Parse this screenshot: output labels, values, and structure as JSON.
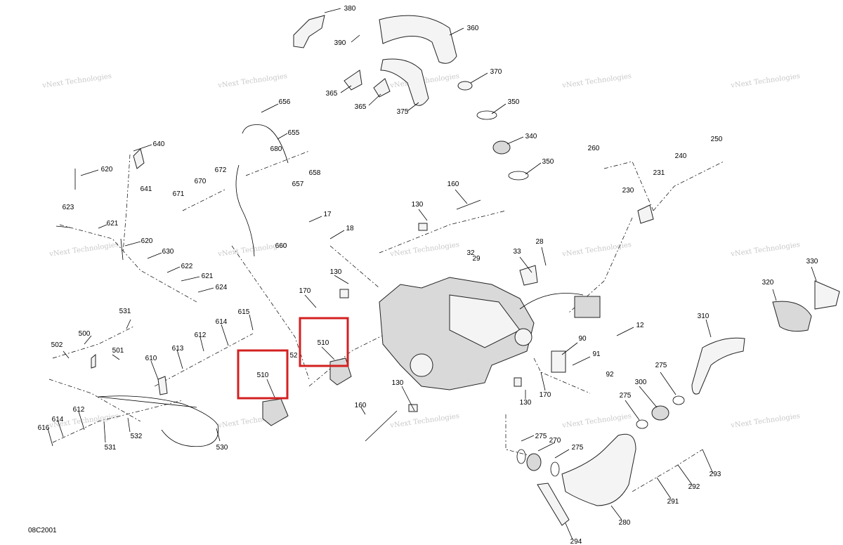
{
  "diagram_code": "08C2001",
  "watermark": "vNext Technologies",
  "highlight_color": "#d42020",
  "highlighted_part": "510",
  "callouts": [
    "380",
    "390",
    "360",
    "370",
    "365",
    "365",
    "375",
    "350",
    "340",
    "350",
    "656",
    "655",
    "680",
    "658",
    "657",
    "640",
    "620",
    "641",
    "672",
    "670",
    "671",
    "623",
    "621",
    "620",
    "630",
    "622",
    "621",
    "624",
    "660",
    "17",
    "18",
    "160",
    "130",
    "260",
    "250",
    "240",
    "231",
    "230",
    "130",
    "170",
    "29",
    "32",
    "33",
    "28",
    "531",
    "500",
    "502",
    "501",
    "615",
    "614",
    "612",
    "613",
    "610",
    "52",
    "510",
    "510",
    "12",
    "90",
    "91",
    "92",
    "310",
    "320",
    "330",
    "275",
    "300",
    "275",
    "130",
    "160",
    "170",
    "130",
    "614",
    "612",
    "616",
    "531",
    "532",
    "530",
    "275",
    "270",
    "275",
    "293",
    "292",
    "291",
    "280",
    "294"
  ]
}
